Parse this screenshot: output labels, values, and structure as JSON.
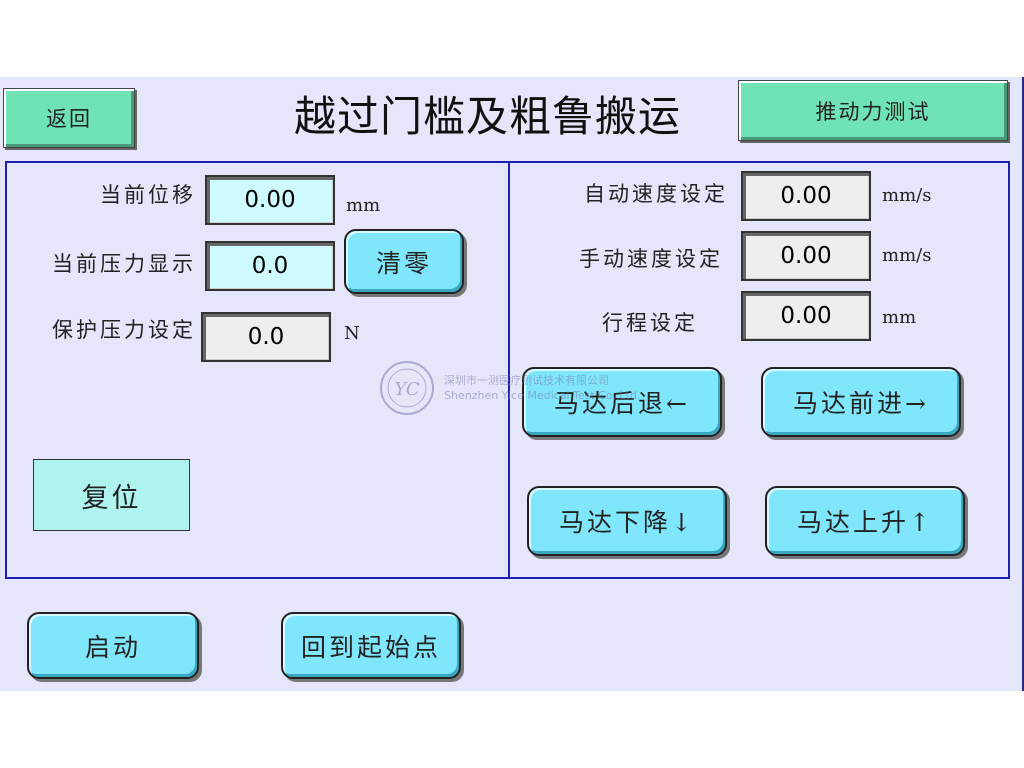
{
  "header": {
    "back_label": "返回",
    "title": "越过门槛及粗鲁搬运",
    "push_test_label": "推动力测试"
  },
  "left_panel": {
    "displacement": {
      "label": "当前位移",
      "value": "0.00",
      "unit": "mm"
    },
    "pressure": {
      "label": "当前压力显示",
      "value": "0.0"
    },
    "clear_label": "清零",
    "protect_pressure": {
      "label": "保护压力设定",
      "value": "0.0",
      "unit": "N"
    },
    "reset_label": "复位"
  },
  "right_panel": {
    "auto_speed": {
      "label": "自动速度设定",
      "value": "0.00",
      "unit": "mm/s"
    },
    "manual_speed": {
      "label": "手动速度设定",
      "value": "0.00",
      "unit": "mm/s"
    },
    "stroke": {
      "label": "行程设定",
      "value": "0.00",
      "unit": "mm"
    },
    "motor_back_label": "马达后退←",
    "motor_forward_label": "马达前进→",
    "motor_down_label": "马达下降↓",
    "motor_up_label": "马达上升↑"
  },
  "footer": {
    "start_label": "启动",
    "home_label": "回到起始点"
  },
  "watermark": {
    "logo_text": "YC",
    "line1": "深圳市一测医疗测试技术有限公司",
    "line2": "Shenzhen Yice Medical Test Co.,Ltd."
  },
  "colors": {
    "background": "#e6e6fa",
    "green_button": "#6fe3b5",
    "cyan_button": "#7fe6fb",
    "panel_border": "#2020b0"
  }
}
